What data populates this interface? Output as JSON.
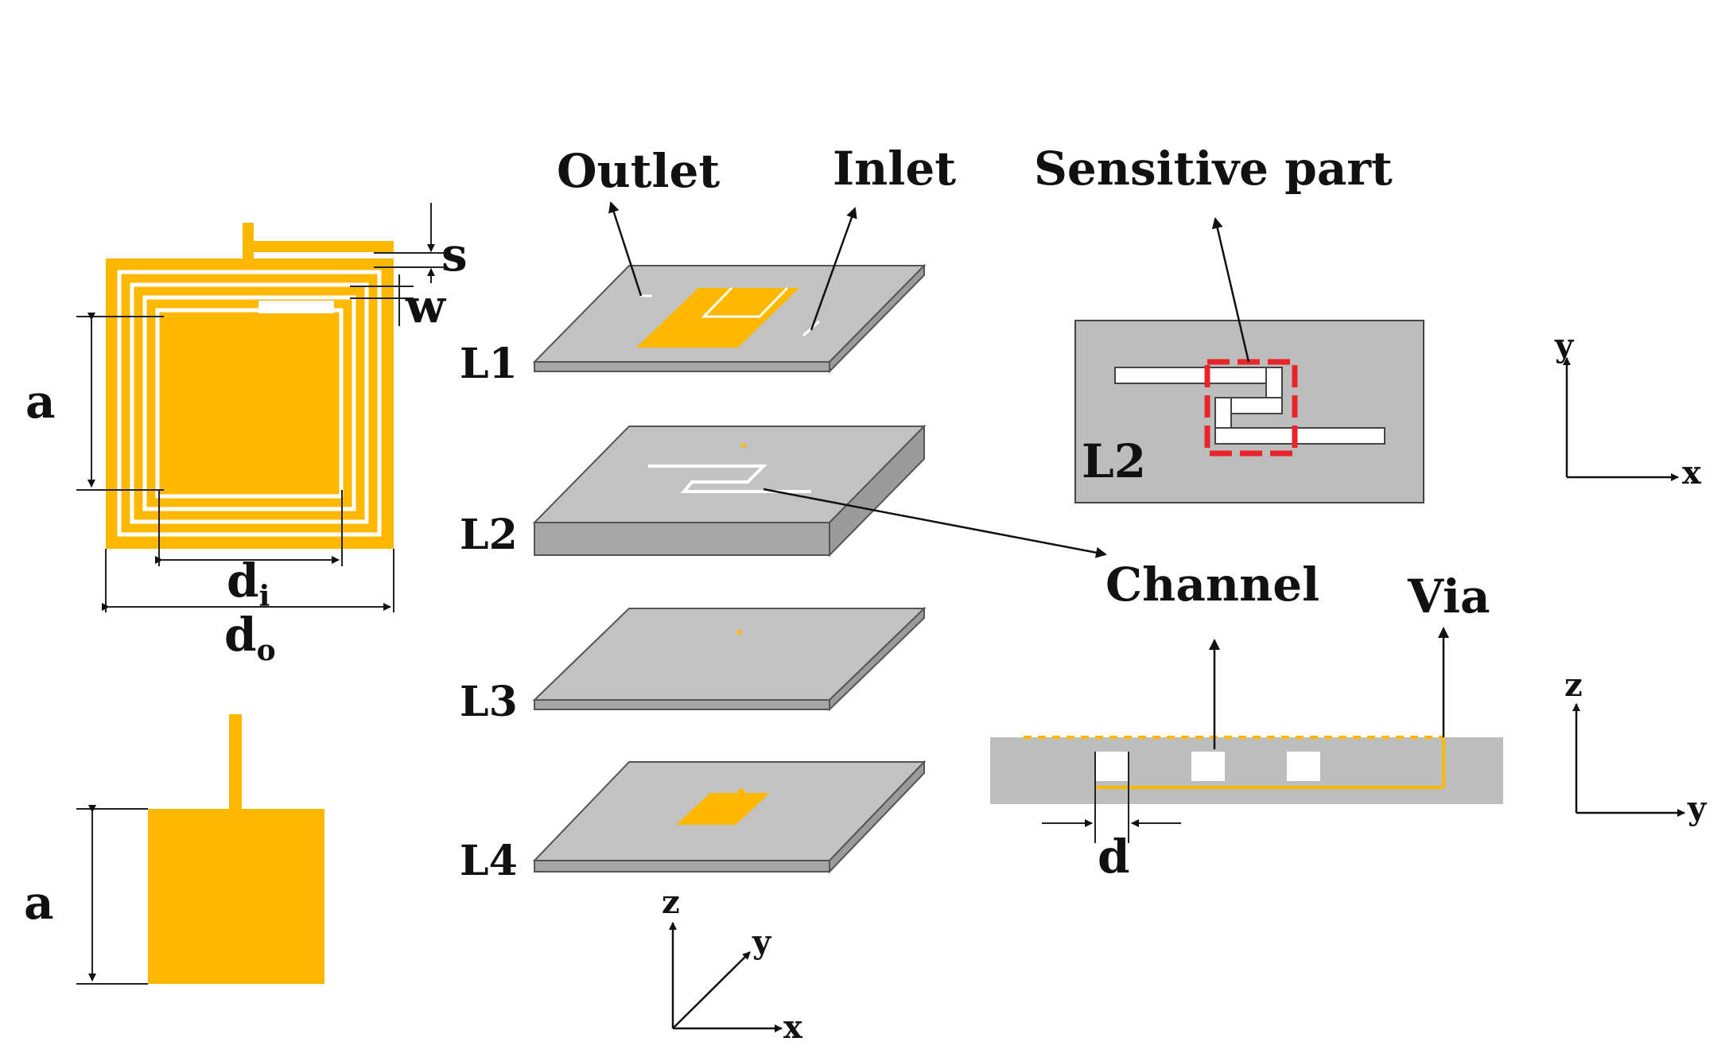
{
  "figure": {
    "labels": {
      "outlet": "Outlet",
      "inlet": "Inlet",
      "sensitive_part": "Sensitive part",
      "channel": "Channel",
      "via": "Via",
      "layer_l1": "L1",
      "layer_l2": "L2",
      "layer_l3": "L3",
      "layer_l4": "L4",
      "inset_l2": "L2",
      "dim_a_spiral": "a",
      "dim_a_patch": "a",
      "dim_s": "s",
      "dim_w": "w",
      "dim_di_base": "d",
      "dim_di_sub": "i",
      "dim_do_base": "d",
      "dim_do_sub": "o",
      "dim_d": "d"
    },
    "axes": {
      "top_view": {
        "vertical": "y",
        "horizontal": "x"
      },
      "side_view": {
        "vertical": "z",
        "horizontal": "y"
      },
      "iso_view": {
        "vertical": "z",
        "diagonal": "y",
        "horizontal": "x"
      }
    },
    "colors": {
      "copper": "#FFB800",
      "substrate": "#BDBDBD",
      "substrate_dark": "#A6A6A6",
      "highlight": "#E8262A",
      "channel": "#FFFFFF"
    }
  }
}
